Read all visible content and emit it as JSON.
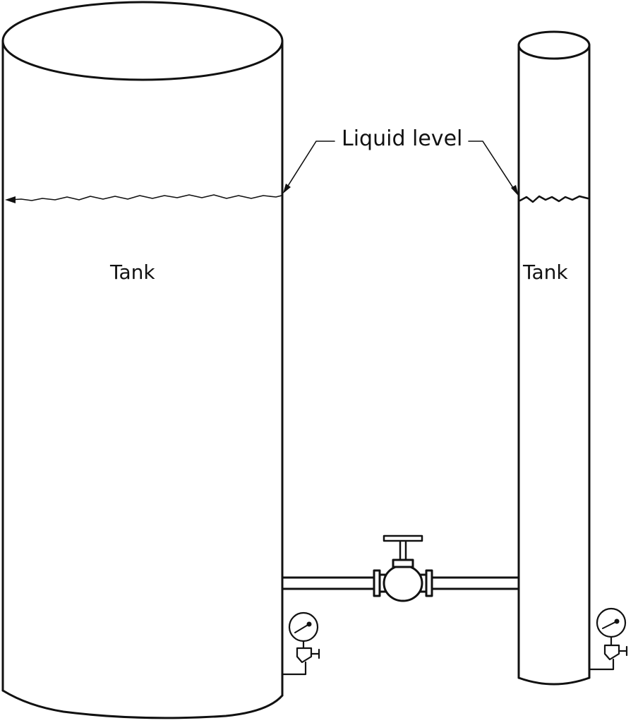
{
  "diagram": {
    "annotation": "Liquid level",
    "tanks": [
      {
        "id": "large",
        "label": "Tank"
      },
      {
        "id": "small",
        "label": "Tank"
      }
    ],
    "components": {
      "connecting_pipe": "pipe",
      "valve": "gate-valve",
      "gauges": [
        "pressure-gauge",
        "pressure-gauge"
      ]
    },
    "colors": {
      "line": "#111111",
      "background": "#ffffff"
    }
  }
}
